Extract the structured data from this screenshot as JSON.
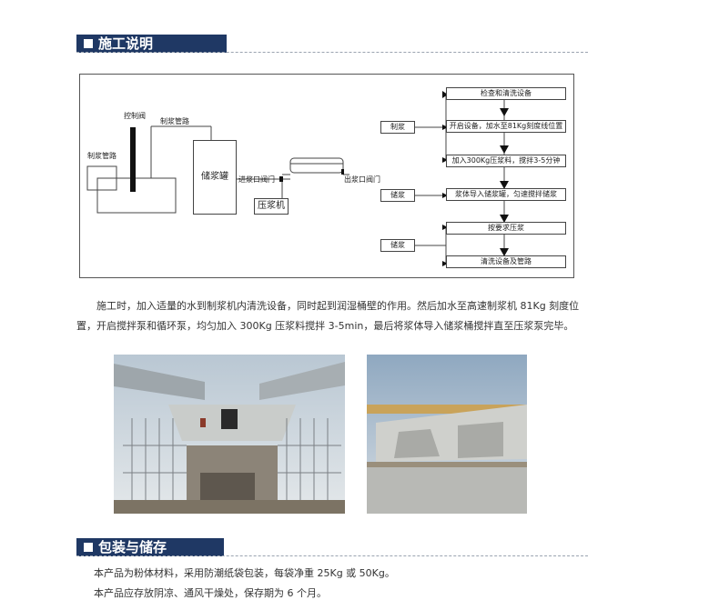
{
  "section1": {
    "title": "施工说明"
  },
  "diagram": {
    "left_labels": {
      "pipe_left": "制浆管路",
      "valve": "控制阀",
      "pipe_top": "制浆管路",
      "tank": "储浆罐",
      "inlet": "进浆口阀门",
      "outlet": "出浆口阀门",
      "pump": "压浆机"
    },
    "side_labels": {
      "make": "制浆",
      "store1": "储浆",
      "store2": "储浆"
    },
    "steps": [
      "检查和清洗设备",
      "开启设备，加水至81Kg刻度线位置",
      "加入300Kg压浆料，搅拌3-5分钟",
      "浆体导入储浆罐，匀速搅拌储浆",
      "按要求压浆",
      "清洗设备及管路"
    ]
  },
  "description": "施工时，加入适量的水到制浆机内清洗设备，同时起到润湿桶壁的作用。然后加水至高速制浆机 81Kg 刻度位置，开启搅拌泵和循环泵，均匀加入 300Kg 压浆料搅拌 3-5min，最后将浆体导入储浆桶搅拌直至压浆泵完毕。",
  "section2": {
    "title": "包装与储存"
  },
  "notes": [
    "本产品为粉体材料，采用防潮纸袋包装，每袋净重 25Kg 或 50Kg。",
    "本产品应存放阴凉、通风干燥处，保存期为 6 个月。"
  ]
}
